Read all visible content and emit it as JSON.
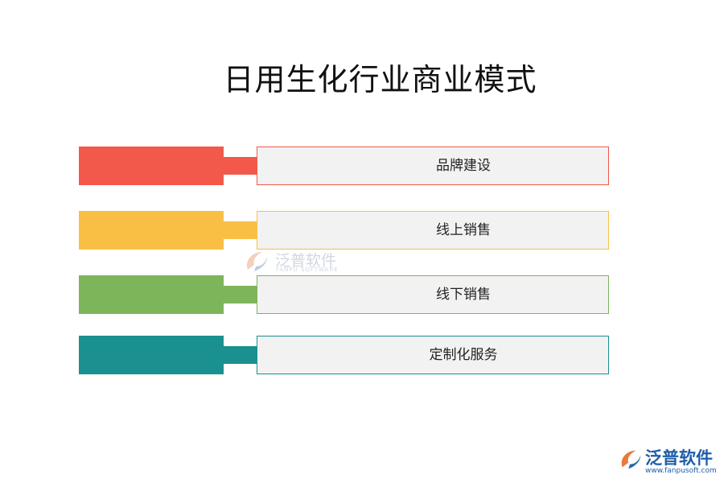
{
  "title": "日用生化行业商业模式",
  "items": [
    {
      "label": "品牌建设",
      "color": "#f2594b"
    },
    {
      "label": "线上销售",
      "color": "#f9bf45"
    },
    {
      "label": "线下销售",
      "color": "#7cb55a"
    },
    {
      "label": "定制化服务",
      "color": "#1a9090"
    }
  ],
  "watermark": {
    "name": "泛普软件",
    "sub": "FANPU SOFTWARE"
  },
  "logo": {
    "name": "泛普软件",
    "url": "www.fanpusoft.com",
    "icon": "fanpu-logo-icon"
  }
}
